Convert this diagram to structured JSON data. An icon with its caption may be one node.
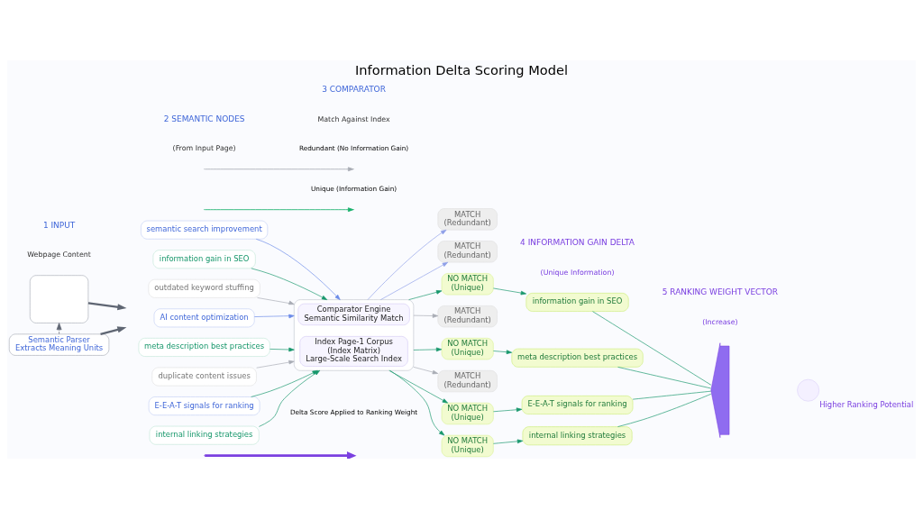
{
  "diagram": {
    "title": "Information Delta Scoring Model",
    "nodes": [
      {
        "text": [],
        "shape": "box"
      },
      {
        "text": [
          "Semantic Parser",
          "Extracts Meaning Units"
        ]
      },
      {
        "text": [
          "AI content optimization"
        ]
      },
      {
        "text": [
          "semantic search improvement"
        ]
      },
      {
        "text": [
          "information gain in SEO"
        ]
      },
      {
        "text": [
          "outdated keyword stuffing"
        ]
      },
      {
        "text": [
          "meta description best practices"
        ]
      },
      {
        "text": [
          "duplicate content issues"
        ]
      },
      {
        "text": [
          "E-E-A-T signals for ranking"
        ]
      },
      {
        "text": [
          "internal linking strategies"
        ]
      },
      {
        "text": [],
        "shape": "box"
      },
      {
        "text": [
          "Comparator Engine",
          "Semantic Similarity Match"
        ],
        "in": 10
      },
      {
        "text": [
          "Index Page-1 Corpus",
          "(Index Matrix)",
          "Large-Scale Search Index"
        ],
        "in": 10
      },
      {
        "text": [
          "MATCH",
          "(Redundant)"
        ]
      },
      {
        "text": [
          "MATCH",
          "(Redundant)"
        ]
      },
      {
        "text": [
          "NO MATCH",
          "(Unique)"
        ]
      },
      {
        "text": [
          "MATCH",
          "(Redundant)"
        ]
      },
      {
        "text": [
          "NO MATCH",
          "(Unique)"
        ]
      },
      {
        "text": [
          "MATCH",
          "(Redundant)"
        ]
      },
      {
        "text": [
          "NO MATCH",
          "(Unique)"
        ]
      },
      {
        "text": [
          "NO MATCH",
          "(Unique)"
        ]
      },
      {
        "text": [
          "information gain in SEO"
        ]
      },
      {
        "text": [
          "meta description best practices"
        ]
      },
      {
        "text": [
          "E-E-A-T signals for ranking"
        ]
      },
      {
        "text": [
          "internal linking strategies"
        ]
      },
      {
        "text": [],
        "shape": "arrow"
      },
      {
        "text": [],
        "shape": "circle",
        "beside": [
          "Higher Ranking Potential"
        ]
      }
    ],
    "edges": [
      {
        "from": 0,
        "to": null,
        "arrow": "to",
        "style": "thick",
        "color": "#5f6673"
      },
      {
        "from": 1,
        "to": null,
        "arrow": "to",
        "style": "thick",
        "color": "#5f6673"
      },
      {
        "from": 1,
        "to": 0,
        "arrow": "to",
        "style": "dashed",
        "color": "#5f6673"
      },
      {
        "from": 2,
        "to": 10,
        "arrow": "to",
        "color": "#6b8be8"
      },
      {
        "from": 3,
        "to": 10,
        "arrow": "to",
        "color": "#6b8be8"
      },
      {
        "from": 4,
        "to": 10,
        "arrow": "to"
      },
      {
        "from": 5,
        "to": 10,
        "arrow": "to",
        "color": "#a8acb4"
      },
      {
        "from": 6,
        "to": 10,
        "arrow": "to"
      },
      {
        "from": 7,
        "to": 10,
        "arrow": "to",
        "color": "#a8acb4"
      },
      {
        "from": 8,
        "to": 10,
        "arrow": "to"
      },
      {
        "from": 9,
        "to": 10,
        "arrow": "to"
      },
      {
        "from": 10,
        "to": 13,
        "arrow": "to",
        "color": "#8fa0e8"
      },
      {
        "from": 10,
        "to": 14,
        "arrow": "to",
        "color": "#8fa0e8"
      },
      {
        "from": 10,
        "to": 15,
        "arrow": "to"
      },
      {
        "from": 10,
        "to": 16,
        "arrow": "to",
        "color": "#a8acb4"
      },
      {
        "from": 10,
        "to": 17,
        "arrow": "to"
      },
      {
        "from": 10,
        "to": 18,
        "arrow": "to",
        "color": "#a8acb4"
      },
      {
        "from": 10,
        "to": 19,
        "arrow": "to"
      },
      {
        "from": 10,
        "to": 20,
        "arrow": "to"
      },
      {
        "from": 15,
        "to": 21,
        "arrow": "to"
      },
      {
        "from": 17,
        "to": 22,
        "arrow": "to"
      },
      {
        "from": 19,
        "to": 23,
        "arrow": "to"
      },
      {
        "from": 20,
        "to": 24,
        "arrow": "to"
      },
      {
        "from": 21,
        "to": 25,
        "arrow": "none"
      },
      {
        "from": 22,
        "to": 25,
        "arrow": "none"
      },
      {
        "from": 23,
        "to": 25,
        "arrow": "none"
      },
      {
        "from": 24,
        "to": 25,
        "arrow": "none"
      }
    ],
    "labels": [
      "1 INPUT",
      "Webpage Content",
      "2 SEMANTIC NODES",
      "(From Input Page)",
      "3 COMPARATOR",
      "Match Against Index",
      "4 INFORMATION GAIN DELTA",
      "(Unique Information)",
      "5 RANKING WEIGHT VECTOR",
      "(Increase)"
    ],
    "legend": [
      {
        "text": "Redundant (No Information Gain)"
      },
      {
        "text": "Unique (Information Gain)"
      },
      {
        "text": "Delta Score Applied to Ranking Weight"
      }
    ]
  }
}
